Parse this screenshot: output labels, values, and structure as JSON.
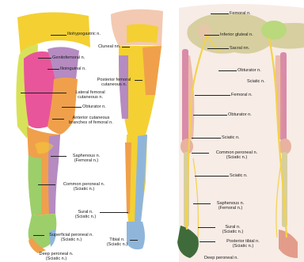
{
  "left_panel": {
    "labels": {
      "iliohypogastric": "Iliohypogastric n.",
      "cluneal": "Cluneal nn.",
      "genitofemoral": "Genitofemoral n.",
      "ilioinguinal": "Ilioinguinal n.",
      "posterior_femoral_cutaneous": [
        "Posterior femoral",
        "cutaneous n."
      ],
      "lateral_femoral_cutaneous": [
        "Lateral femoral",
        "cutaneous n."
      ],
      "obturator": "Obturator n.",
      "anterior_cutaneous_femoral": [
        "Anterior cutaneous",
        "branches of femoral n."
      ],
      "saphenous": [
        "Saphenous n.",
        "(Femoral n.)"
      ],
      "common_peroneal": [
        "Common peroneal n.",
        "(Sciatic n.)"
      ],
      "sural": [
        "Sural n.",
        "(Sciatic n.)"
      ],
      "superficial_peroneal": [
        "Superficial peroneal n.",
        "(Sciatic n.)"
      ],
      "tibial": [
        "Tibial n.",
        "(Sciatic n.)"
      ],
      "deep_peroneal": [
        "Deep peroneal n.",
        "(Sciatic n.)"
      ]
    }
  },
  "right_panel": {
    "labels": {
      "femoral_top": "Femoral n.",
      "inferior_gluteal": "Inferior gluteal n.",
      "sacral": "Sacral nn.",
      "obturator_top": "Obturator n.",
      "sciatic_top": "Sciatic n.",
      "femoral_mid": "Femoral n.",
      "obturator_mid": "Obturator n.",
      "sciatic_knee": "Sciatic n.",
      "common_peroneal": [
        "Common peroneal n.",
        "(Sciatic n.)"
      ],
      "sciatic_leg": "Sciatic n.",
      "saphenous": [
        "Saphenous n.",
        "(Femoral n.)"
      ],
      "sural": [
        "Sural n.",
        "(Sciatic n.)"
      ],
      "posterior_tibial": [
        "Posterior tibial n.",
        "(Sciatic n.)"
      ],
      "deep_peroneal": "Deep peroneal n."
    }
  },
  "colors": {
    "yellow": "#f4d033",
    "orange": "#f0a04b",
    "pink": "#e8559a",
    "purple": "#b58bc2",
    "green": "#9ccf6a",
    "lime": "#d7e25a",
    "blue": "#8fb6da",
    "skin": "#f3c9b2",
    "bone": "#d7cfa0",
    "nerve_yellow": "#f3d24a",
    "muscle": "#e39c8a"
  }
}
